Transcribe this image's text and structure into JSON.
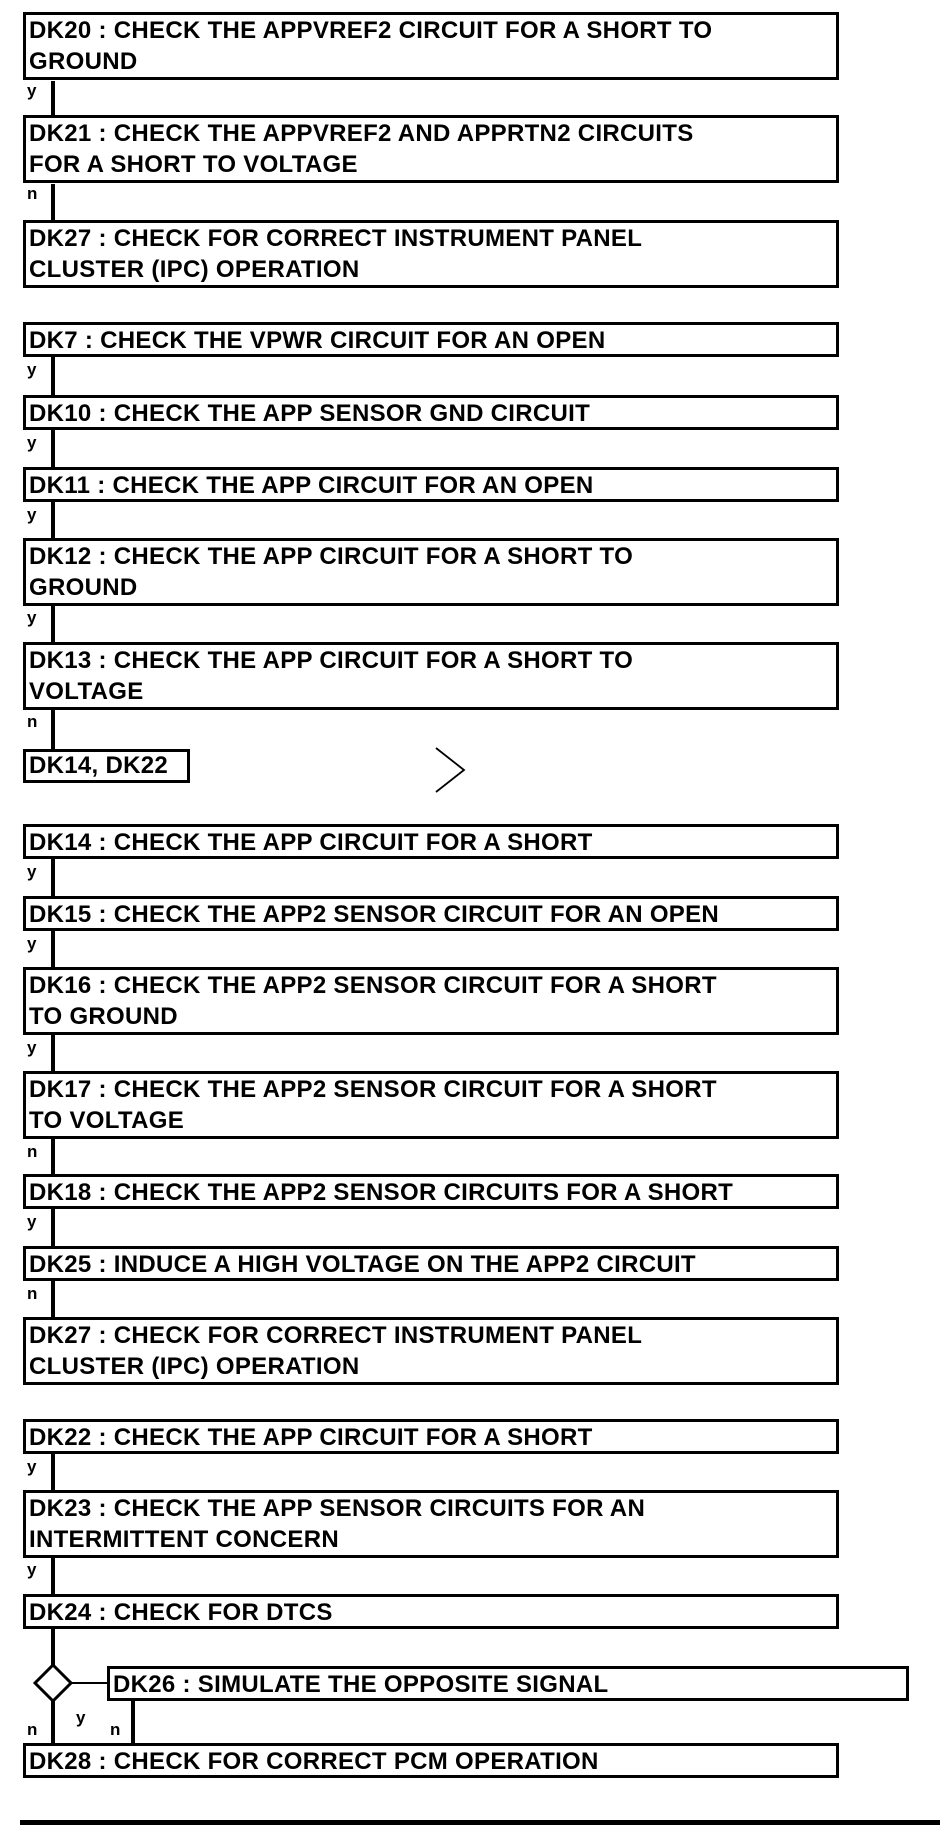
{
  "steps": {
    "dk20": "DK20 : CHECK THE APPVREF2 CIRCUIT FOR A SHORT TO\nGROUND",
    "dk21": "DK21 : CHECK THE APPVREF2 AND APPRTN2 CIRCUITS\nFOR A SHORT TO VOLTAGE",
    "dk27a": "DK27 : CHECK FOR CORRECT INSTRUMENT PANEL\nCLUSTER (IPC) OPERATION",
    "dk7": "DK7 : CHECK THE VPWR CIRCUIT FOR AN OPEN",
    "dk10": "DK10 : CHECK THE APP SENSOR GND CIRCUIT",
    "dk11": "DK11 : CHECK THE APP CIRCUIT FOR AN OPEN",
    "dk12": "DK12 : CHECK THE APP CIRCUIT FOR A SHORT TO\nGROUND",
    "dk13": "DK13 : CHECK THE APP CIRCUIT FOR A SHORT TO\nVOLTAGE",
    "dk14": "DK14 : CHECK THE APP CIRCUIT FOR A SHORT",
    "dk15": "DK15 : CHECK THE APP2 SENSOR CIRCUIT FOR AN OPEN",
    "dk16": "DK16 : CHECK THE APP2 SENSOR CIRCUIT FOR A SHORT\nTO GROUND",
    "dk17": "DK17 : CHECK THE APP2 SENSOR CIRCUIT FOR A SHORT\nTO VOLTAGE",
    "dk18": "DK18 : CHECK THE APP2 SENSOR CIRCUITS FOR A SHORT",
    "dk25": "DK25 : INDUCE A HIGH VOLTAGE ON THE APP2 CIRCUIT",
    "dk27b": "DK27 : CHECK FOR CORRECT INSTRUMENT PANEL\nCLUSTER (IPC) OPERATION",
    "dk22": "DK22 : CHECK THE APP CIRCUIT FOR A SHORT",
    "dk23": "DK23 : CHECK THE APP SENSOR CIRCUITS FOR AN\nINTERMITTENT CONCERN",
    "dk24": "DK24 : CHECK FOR DTCS",
    "dk26": "DK26 : SIMULATE THE OPPOSITE SIGNAL",
    "dk28": "DK28 : CHECK FOR CORRECT PCM OPERATION"
  },
  "reference": "DK14, DK22",
  "labels": {
    "yes": "y",
    "no": "n"
  }
}
